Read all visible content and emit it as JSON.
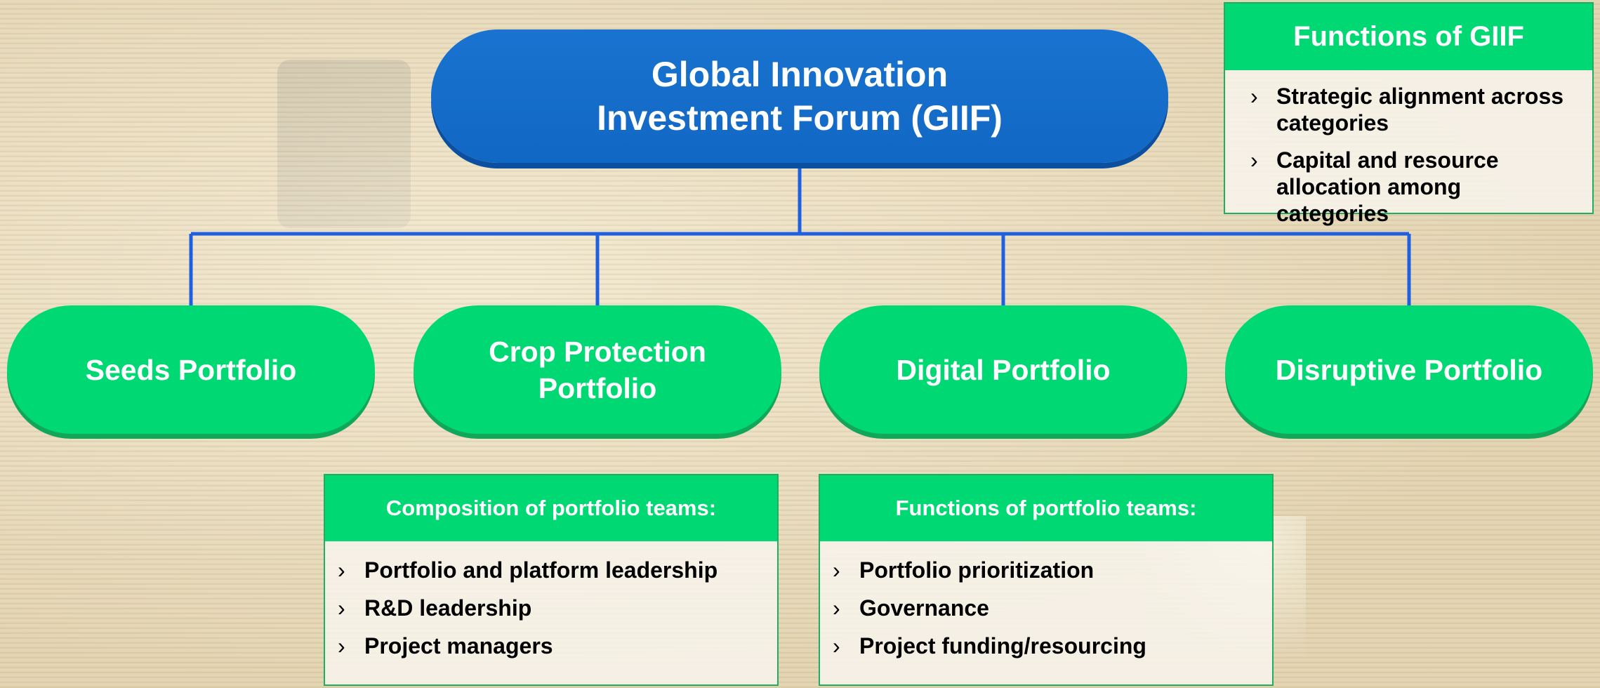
{
  "top_node": {
    "line1": "Global Innovation",
    "line2": "Investment Forum (GIIF)"
  },
  "portfolios": [
    {
      "label": "Seeds Portfolio"
    },
    {
      "label": "Crop Protection\nPortfolio"
    },
    {
      "label": "Digital Portfolio"
    },
    {
      "label": "Disruptive Portfolio"
    }
  ],
  "giif_functions": {
    "title": "Functions of GIIF",
    "bullets": [
      "Strategic alignment across categories",
      "Capital and resource allocation among categories"
    ]
  },
  "composition": {
    "title": "Composition of portfolio teams:",
    "bullets": [
      "Portfolio and platform leadership",
      "R&D leadership",
      "Project managers"
    ]
  },
  "team_functions": {
    "title": "Functions of portfolio teams:",
    "bullets": [
      "Portfolio prioritization",
      "Governance",
      "Project funding/resourcing"
    ]
  },
  "bullet_glyph": "›",
  "colors": {
    "top_node": "#1a73d0",
    "portfolio_node": "#00d873",
    "connector": "#1f5fe0",
    "box_border": "#1fae5f"
  }
}
